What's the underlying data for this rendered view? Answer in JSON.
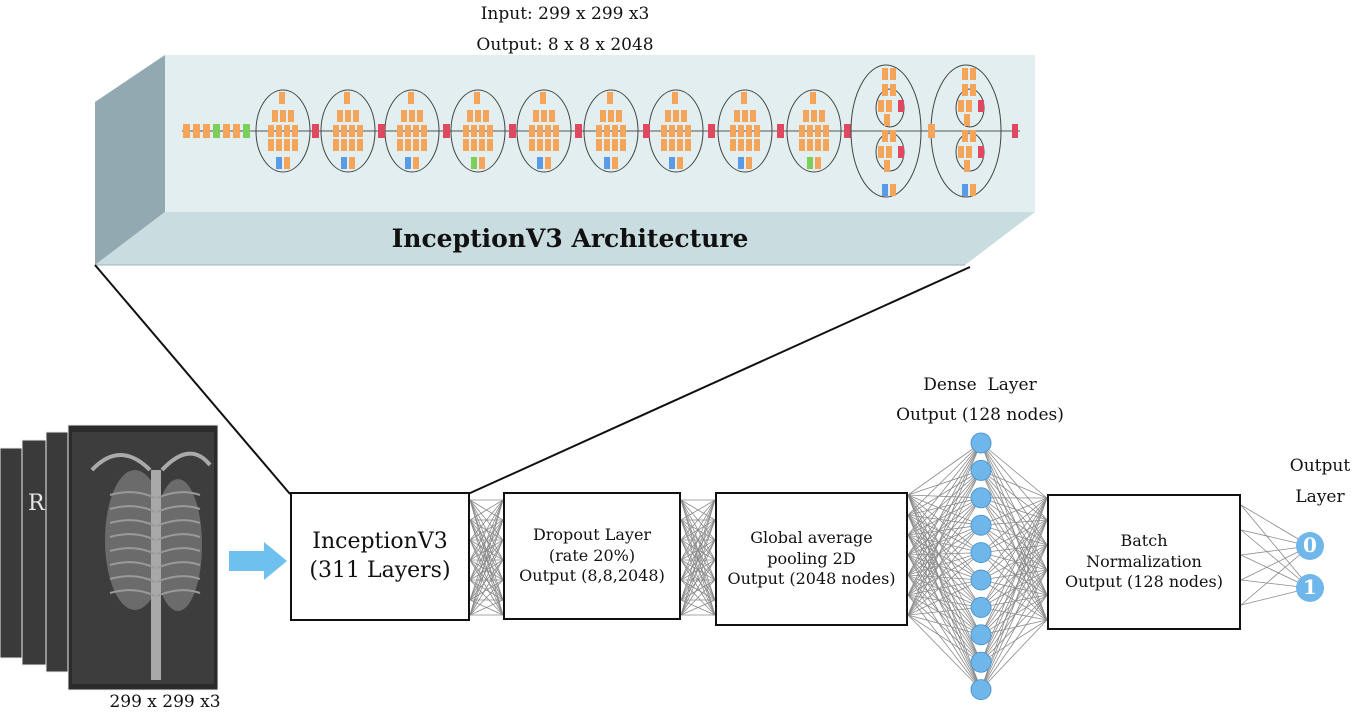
{
  "inception_block": {
    "input_label": "Input: 299 x 299 x3",
    "output_label": "Output: 8 x 8 x 2048",
    "title": "InceptionV3 Architecture"
  },
  "input_image": {
    "size_label": "299 x 299 x3",
    "marker_letter": "R"
  },
  "pipeline": {
    "inception": {
      "line1": "InceptionV3",
      "line2": "(311 Layers)"
    },
    "dropout": {
      "line1": "Dropout Layer",
      "line2": "(rate 20%)",
      "line3": "Output (8,8,2048)"
    },
    "gap": {
      "line1": "Global average",
      "line2": "pooling 2D",
      "line3": "Output (2048 nodes)"
    },
    "dense": {
      "line1": "Dense  Layer",
      "line2": "Output (128 nodes)"
    },
    "batchnorm": {
      "line1": "Batch",
      "line2": "Normalization",
      "line3": "Output (128 nodes)"
    },
    "output": {
      "line1": "Output",
      "line2": "Layer",
      "nodes": [
        "0",
        "1"
      ]
    }
  },
  "colors": {
    "orange": "#f5a55a",
    "green": "#7ccf58",
    "blue": "#5b9be6",
    "red": "#e0485f",
    "panel_front": "#e2edef",
    "panel_top": "#ccdfe3",
    "panel_side": "#93a9b2",
    "node": "#6fb6ea",
    "arrow": "#6ec1ee",
    "lines": "#8a8a8a"
  }
}
